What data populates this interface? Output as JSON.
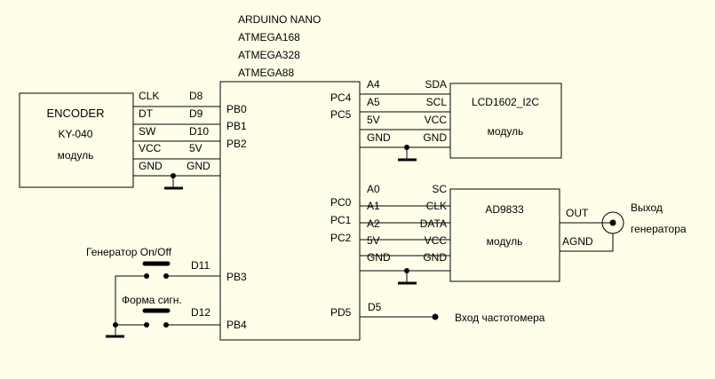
{
  "mcu": {
    "title": [
      "ARDUINO NANO",
      "ATMEGA168",
      "ATMEGA328",
      "ATMEGA88"
    ],
    "pins_left": [
      "PB0",
      "PB1",
      "PB2",
      "PB3",
      "PB4"
    ],
    "pins_right": [
      "PC4",
      "PC5",
      "PC0",
      "PC1",
      "PC2",
      "PD5"
    ]
  },
  "encoder": {
    "name": "ENCODER",
    "model": "KY-040",
    "type": "модуль",
    "pins": [
      "CLK",
      "DT",
      "SW",
      "VCC",
      "GND"
    ],
    "nets": [
      "D8",
      "D9",
      "D10",
      "5V",
      "GND"
    ]
  },
  "lcd": {
    "name": "LCD1602_I2C",
    "type": "модуль",
    "pins": [
      "SDA",
      "SCL",
      "VCC",
      "GND"
    ],
    "nets": [
      "A4",
      "A5",
      "5V",
      "GND"
    ]
  },
  "dds": {
    "name": "AD9833",
    "type": "модуль",
    "pins": [
      "SC",
      "CLK",
      "DATA",
      "VCC",
      "GND"
    ],
    "nets": [
      "A0",
      "A1",
      "A2",
      "5V",
      "GND"
    ],
    "out_pins": [
      "OUT",
      "AGND"
    ],
    "output_label": [
      "Выход",
      "генератора"
    ]
  },
  "buttons": [
    {
      "label": "Генератор On/Off",
      "net": "D11"
    },
    {
      "label": "Форма сигн.",
      "net": "D12"
    }
  ],
  "freq": {
    "net": "D5",
    "label": "Вход частотомера"
  },
  "background": "#ffffe9"
}
